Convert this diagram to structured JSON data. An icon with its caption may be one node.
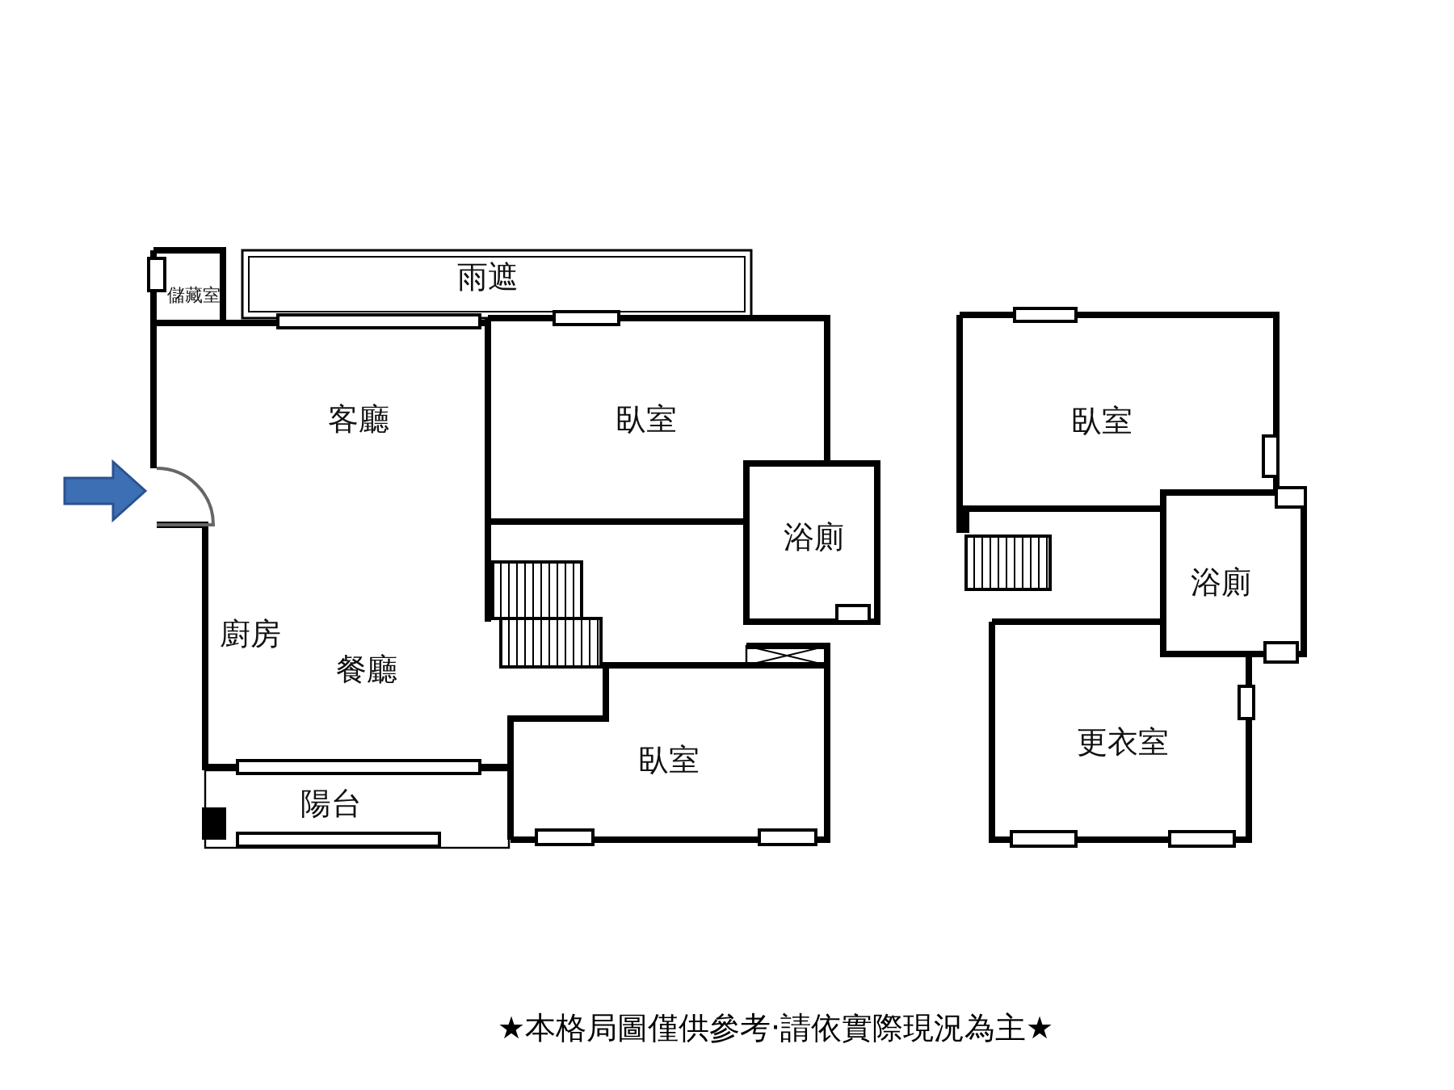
{
  "diagram": {
    "caption": "★本格局圖僅供參考‧請依實際現況為主★",
    "labels": [
      "儲藏室",
      "雨遮",
      "客廳",
      "臥室",
      "臥室",
      "浴廁",
      "浴廁",
      "廚房",
      "餐廳",
      "更衣室",
      "臥室",
      "陽台"
    ]
  }
}
